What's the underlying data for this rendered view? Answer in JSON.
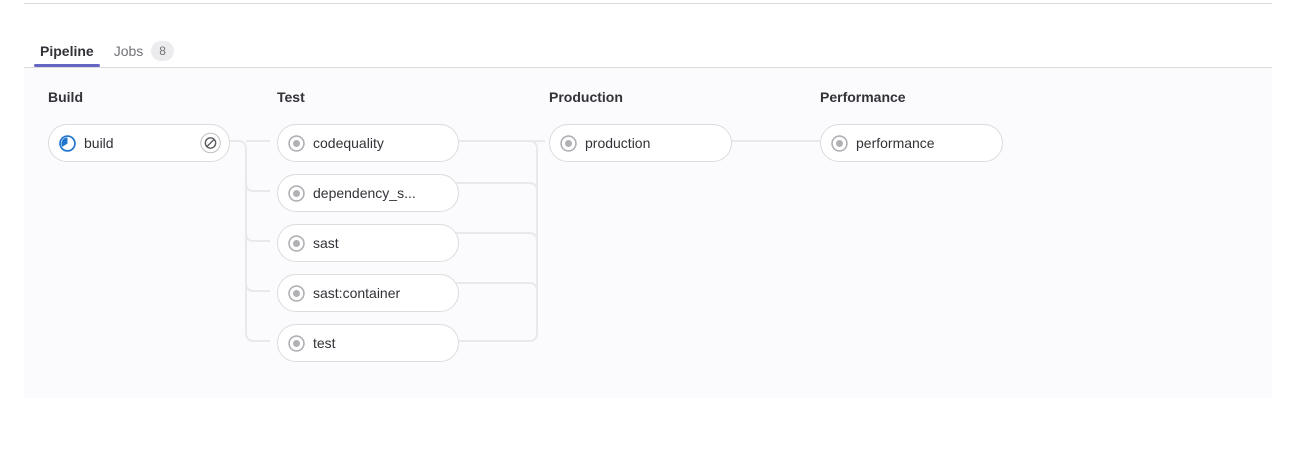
{
  "tabs": [
    {
      "label": "Pipeline",
      "badge": null,
      "active": true,
      "name": "tab-pipeline"
    },
    {
      "label": "Jobs",
      "badge": "8",
      "active": false,
      "name": "tab-jobs"
    }
  ],
  "colors": {
    "active_tab_underline": "#6666c4",
    "running_status": "#1f75cb",
    "pending_status": "#b0b0b5",
    "panel_background": "#fbfafd",
    "card_border": "#dcdcde",
    "connector_line": "#e9e9ec",
    "badge_background": "#ececef"
  },
  "pipeline": {
    "stages": [
      {
        "title": "Build",
        "jobs": [
          {
            "name": "build",
            "status": "running",
            "status_icon": "status-running-icon",
            "action_icon": "cancel-icon",
            "has_action": true
          }
        ]
      },
      {
        "title": "Test",
        "jobs": [
          {
            "name": "codequality",
            "status": "pending",
            "status_icon": "status-pending-icon",
            "has_action": false
          },
          {
            "name": "dependency_s...",
            "status": "pending",
            "status_icon": "status-pending-icon",
            "has_action": false
          },
          {
            "name": "sast",
            "status": "pending",
            "status_icon": "status-pending-icon",
            "has_action": false
          },
          {
            "name": "sast:container",
            "status": "pending",
            "status_icon": "status-pending-icon",
            "has_action": false
          },
          {
            "name": "test",
            "status": "pending",
            "status_icon": "status-pending-icon",
            "has_action": false
          }
        ]
      },
      {
        "title": "Production",
        "jobs": [
          {
            "name": "production",
            "status": "pending",
            "status_icon": "status-pending-icon",
            "has_action": false
          }
        ]
      },
      {
        "title": "Performance",
        "jobs": [
          {
            "name": "performance",
            "status": "pending",
            "status_icon": "status-pending-icon",
            "has_action": false
          }
        ]
      }
    ]
  }
}
